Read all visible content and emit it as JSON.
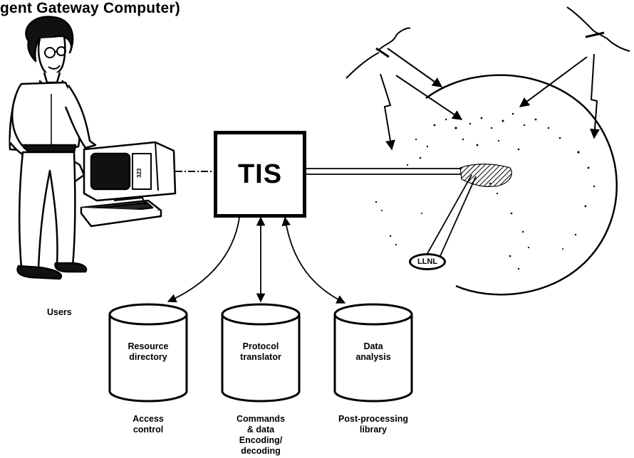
{
  "title": "gent Gateway Computer)",
  "tis_label": "TIS",
  "llnl_label": "LLNL",
  "users_label": "Users",
  "databases": [
    {
      "name": "Resource\ndirectory",
      "caption": "Access\ncontrol"
    },
    {
      "name": "Protocol\ntranslator",
      "caption": "Commands\n& data"
    },
    {
      "name": "Data\nanalysis",
      "caption": "Post-processing\nlibrary"
    }
  ],
  "extra_caption": "Encoding/\ndecoding",
  "terminal_code": "323"
}
